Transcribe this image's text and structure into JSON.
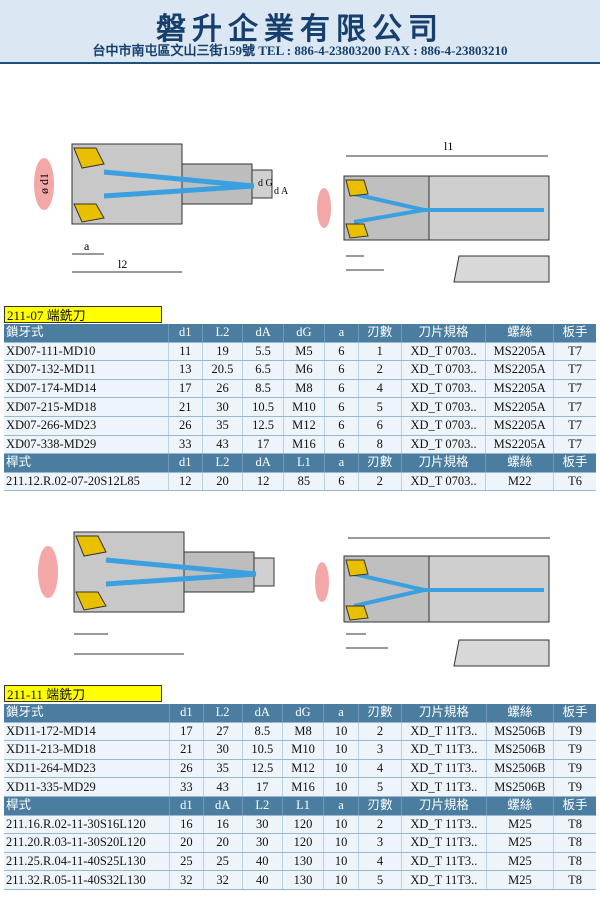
{
  "header": {
    "company": "磐升企業有限公司",
    "contact": "台中市南屯區文山三街159號 TEL : 886-4-23803200 FAX : 886-4-23803210"
  },
  "drawing_labels": {
    "d1": "ø d1",
    "a": "a",
    "l2": "l2",
    "l1": "l1",
    "dg": "d G",
    "da": "d A"
  },
  "section1": {
    "title": "211-07 端銑刀",
    "header": [
      "鎖牙式",
      "d1",
      "L2",
      "dA",
      "dG",
      "a",
      "刃數",
      "刀片規格",
      "螺絲",
      "板手"
    ],
    "rows": [
      [
        "XD07-111-MD10",
        "11",
        "19",
        "5.5",
        "M5",
        "6",
        "1",
        "XD_T 0703..",
        "MS2205A",
        "T7"
      ],
      [
        "XD07-132-MD11",
        "13",
        "20.5",
        "6.5",
        "M6",
        "6",
        "2",
        "XD_T 0703..",
        "MS2205A",
        "T7"
      ],
      [
        "XD07-174-MD14",
        "17",
        "26",
        "8.5",
        "M8",
        "6",
        "4",
        "XD_T 0703..",
        "MS2205A",
        "T7"
      ],
      [
        "XD07-215-MD18",
        "21",
        "30",
        "10.5",
        "M10",
        "6",
        "5",
        "XD_T 0703..",
        "MS2205A",
        "T7"
      ],
      [
        "XD07-266-MD23",
        "26",
        "35",
        "12.5",
        "M12",
        "6",
        "6",
        "XD_T 0703..",
        "MS2205A",
        "T7"
      ],
      [
        "XD07-338-MD29",
        "33",
        "43",
        "17",
        "M16",
        "6",
        "8",
        "XD_T 0703..",
        "MS2205A",
        "T7"
      ]
    ],
    "header2": [
      "桿式",
      "d1",
      "L2",
      "dA",
      "L1",
      "a",
      "刃數",
      "刀片規格",
      "螺絲",
      "板手"
    ],
    "rows2": [
      [
        "211.12.R.02-07-20S12L85",
        "12",
        "20",
        "12",
        "85",
        "6",
        "2",
        "XD_T 0703..",
        "M22",
        "T6"
      ]
    ]
  },
  "section2": {
    "title": "211-11 端銑刀",
    "header": [
      "鎖牙式",
      "d1",
      "L2",
      "dA",
      "dG",
      "a",
      "刃數",
      "刀片規格",
      "螺絲",
      "板手"
    ],
    "rows": [
      [
        "XD11-172-MD14",
        "17",
        "27",
        "8.5",
        "M8",
        "10",
        "2",
        "XD_T 11T3..",
        "MS2506B",
        "T9"
      ],
      [
        "XD11-213-MD18",
        "21",
        "30",
        "10.5",
        "M10",
        "10",
        "3",
        "XD_T 11T3..",
        "MS2506B",
        "T9"
      ],
      [
        "XD11-264-MD23",
        "26",
        "35",
        "12.5",
        "M12",
        "10",
        "4",
        "XD_T 11T3..",
        "MS2506B",
        "T9"
      ],
      [
        "XD11-335-MD29",
        "33",
        "43",
        "17",
        "M16",
        "10",
        "5",
        "XD_T 11T3..",
        "MS2506B",
        "T9"
      ]
    ],
    "header2": [
      "桿式",
      "d1",
      "dA",
      "L2",
      "L1",
      "a",
      "刃數",
      "刀片規格",
      "螺絲",
      "板手"
    ],
    "rows2": [
      [
        "211.16.R.02-11-30S16L120",
        "16",
        "16",
        "30",
        "120",
        "10",
        "2",
        "XD_T 11T3..",
        "M25",
        "T8"
      ],
      [
        "211.20.R.03-11-30S20L120",
        "20",
        "20",
        "30",
        "120",
        "10",
        "3",
        "XD_T 11T3..",
        "M25",
        "T8"
      ],
      [
        "211.25.R.04-11-40S25L130",
        "25",
        "25",
        "40",
        "130",
        "10",
        "4",
        "XD_T 11T3..",
        "M25",
        "T8"
      ],
      [
        "211.32.R.05-11-40S32L130",
        "32",
        "32",
        "40",
        "130",
        "10",
        "5",
        "XD_T 11T3..",
        "M25",
        "T8"
      ]
    ]
  },
  "colors": {
    "header_bg": "#dbe8f3",
    "table_header": "#4a7da0",
    "row_bg": "#eef5fa",
    "coolant_blue": "#3aa0e0",
    "insert_yellow": "#e8c000",
    "d1_highlight": "#f4a7a7"
  }
}
